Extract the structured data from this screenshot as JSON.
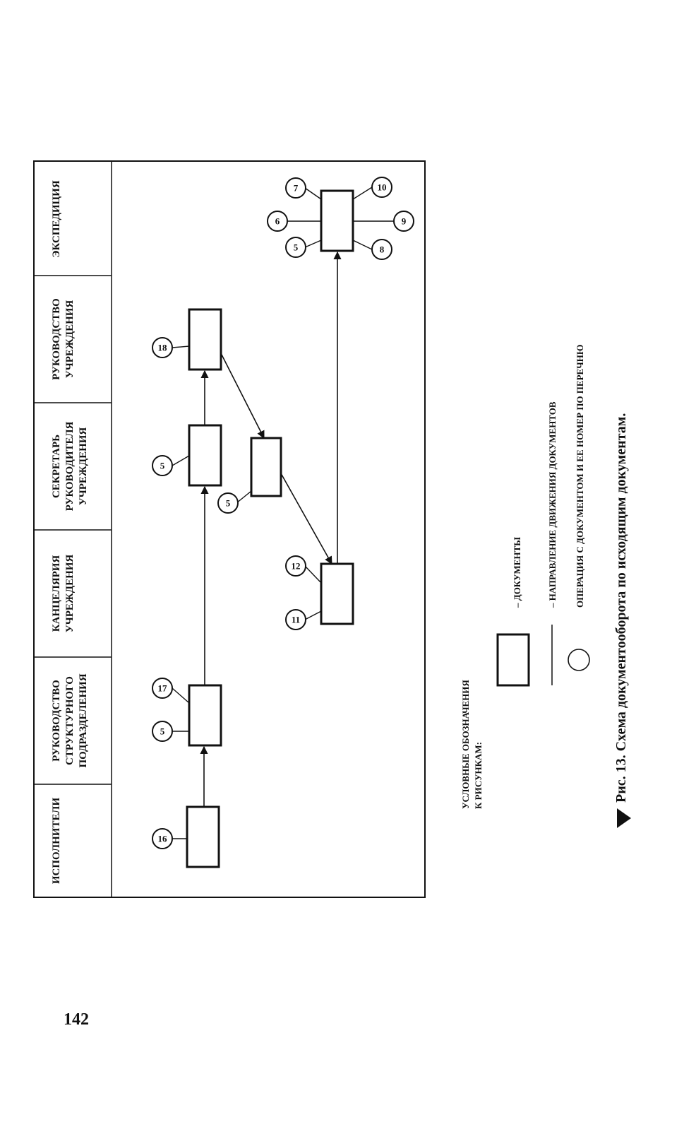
{
  "columns": [
    "ИСПОЛНИТЕЛИ",
    "РУКОВОДСТВО|СТРУКТУРНОГО|ПОДРАЗДЕЛЕНИЯ",
    "КАНЦЕЛЯРИЯ|УЧРЕЖДЕНИЯ",
    "СЕКРЕТАРЬ|РУКОВОДИТЕЛЯ|УЧРЕЖДЕНИЯ",
    "РУКОВОДСТВО|УЧРЕЖДЕНИЯ",
    "ЭКСПЕДИЦИЯ"
  ],
  "operations": {
    "op16": "16",
    "op5a": "5",
    "op17": "17",
    "op11": "11",
    "op12": "12",
    "op5b": "5",
    "op5c": "5",
    "op18": "18",
    "op5d": "5",
    "op6": "6",
    "op7": "7",
    "op8": "8",
    "op9": "9",
    "op10": "10"
  },
  "legend": {
    "title_line1": "УСЛОВНЫЕ ОБОЗНАЧЕНИЯ",
    "title_line2": "К РИСУНКАМ:",
    "documents": "– ДОКУМЕНТЫ",
    "direction": "– НАПРАВЛЕНИЕ ДВИЖЕНИЯ ДОКУМЕНТОВ",
    "operation": "ОПЕРАЦИЯ С ДОКУМЕНТОМ И ЕЕ НОМЕР ПО ПЕРЕЧНЮ"
  },
  "caption": "Рис. 13. Схема документооборота по исходящим документам.",
  "page_number": "142"
}
